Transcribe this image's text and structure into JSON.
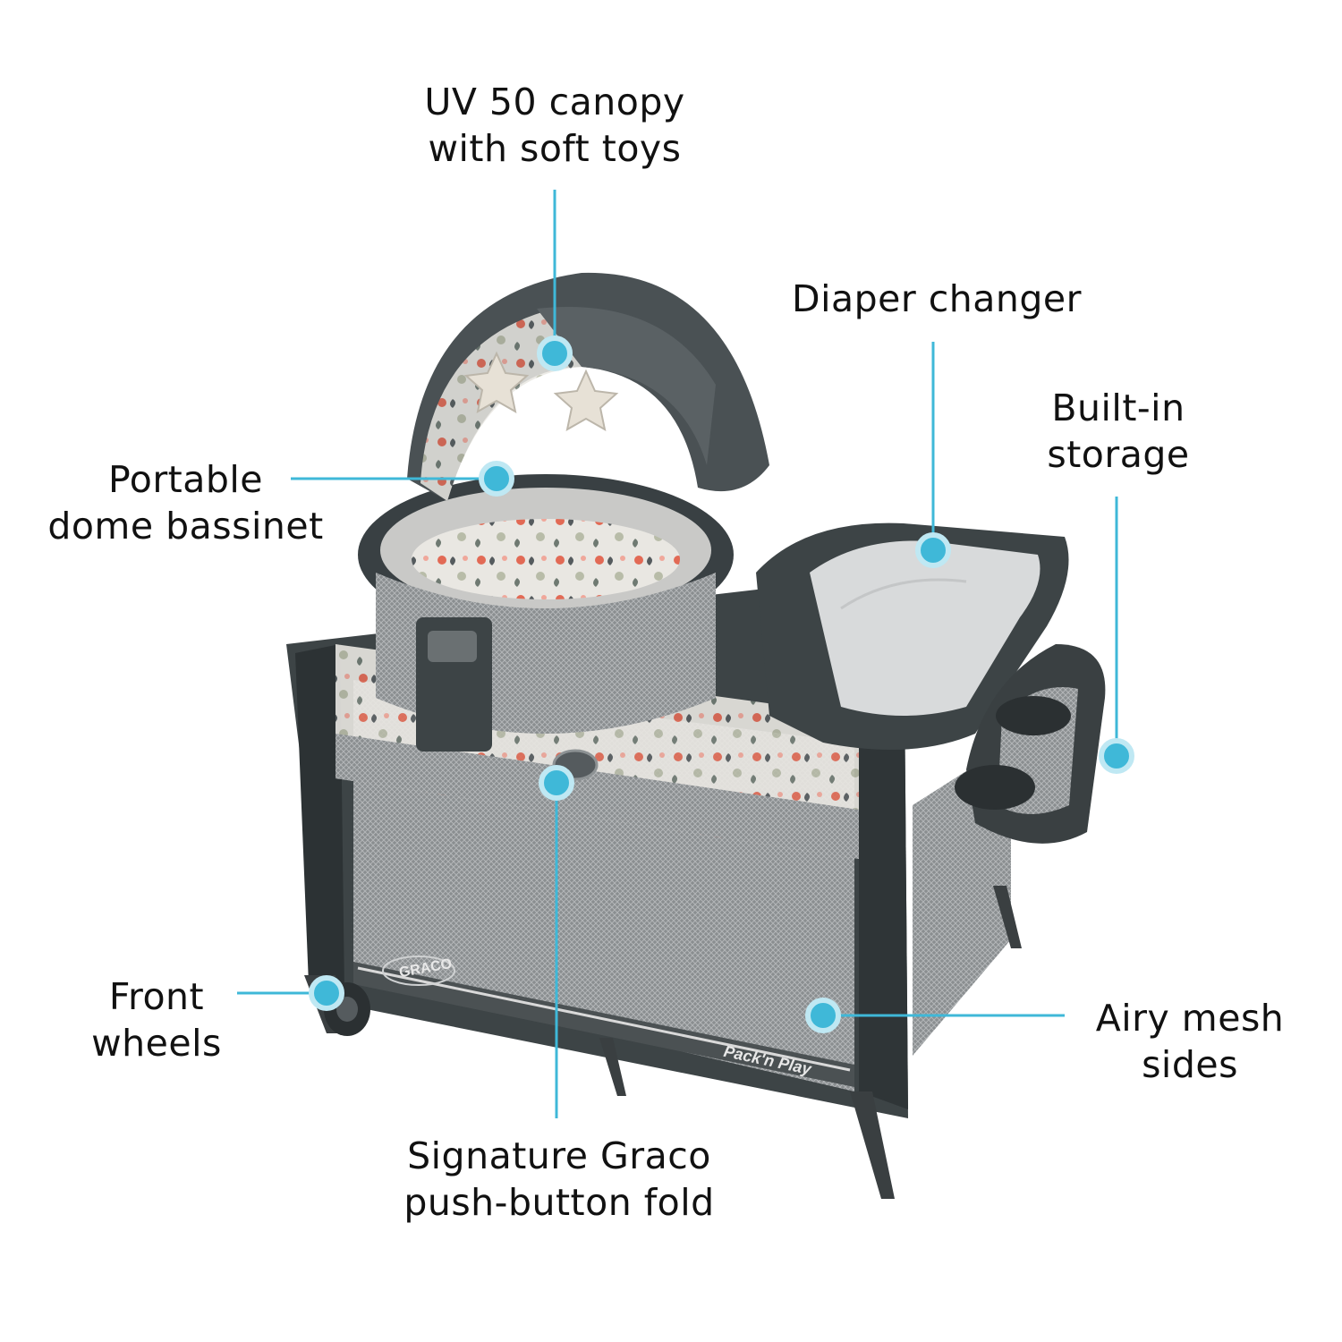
{
  "accent_color": "#3fb8d8",
  "callouts": {
    "canopy": {
      "line1": "UV 50 canopy",
      "line2": "with soft toys"
    },
    "diaper": {
      "line1": "Diaper changer"
    },
    "storage": {
      "line1": "Built-in",
      "line2": "storage"
    },
    "bassinet": {
      "line1": "Portable",
      "line2": "dome bassinet"
    },
    "wheels": {
      "line1": "Front",
      "line2": "wheels"
    },
    "mesh": {
      "line1": "Airy mesh",
      "line2": "sides"
    },
    "fold": {
      "line1": "Signature Graco",
      "line2": "push-button fold"
    }
  },
  "product": {
    "brand_logo": "GRACO",
    "line_logo": "Pack'n Play"
  }
}
